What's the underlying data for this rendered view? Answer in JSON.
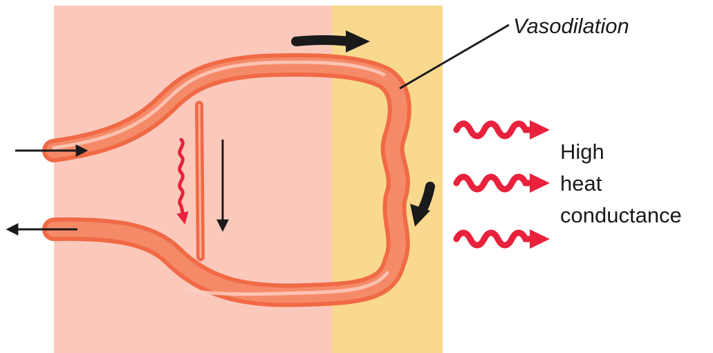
{
  "labels": {
    "vasodilation": "Vasodilation",
    "high": "High",
    "heat": "heat",
    "conductance": "conductance"
  },
  "colors": {
    "tissue_core": "#fbc8bc",
    "tissue_skin": "#f9d98f",
    "vessel_outer": "#f06a45",
    "vessel_mid": "#f58a68",
    "vessel_highlight": "#fcd0c2",
    "heat_wave": "#e8213d",
    "arrow": "#1a1a1a"
  },
  "icons": {
    "heat_wave": "wavy-arrow-icon",
    "flow": "straight-arrow-icon",
    "curved_flow": "curved-arrow-icon"
  }
}
